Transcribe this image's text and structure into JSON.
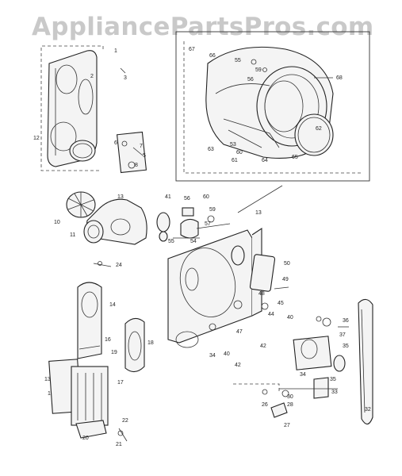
{
  "watermark": "AppliancePartsPros.com",
  "callouts": {
    "c1": "1",
    "c2": "2",
    "c3": "3",
    "c5": "5",
    "c6": "6",
    "c7": "7",
    "c8": "8",
    "c10": "10",
    "c11": "11",
    "c12": "12",
    "c13": "13",
    "c14": "14",
    "c16": "16",
    "c17": "17",
    "c18": "18",
    "c19": "19",
    "c20": "20",
    "c21": "21",
    "c22": "22",
    "c24": "24",
    "c26": "26",
    "c27": "27",
    "c28": "28",
    "c30": "30",
    "c32": "32",
    "c33": "33",
    "c34": "34",
    "c35": "35",
    "c36": "36",
    "c37": "37",
    "c40": "40",
    "c41": "41",
    "c42": "42",
    "c44": "44",
    "c45": "45",
    "c47": "47",
    "c48": "48",
    "c49": "49",
    "c50": "50",
    "c53": "53",
    "c54": "54",
    "c55": "55",
    "c56": "56",
    "c57": "57",
    "c59": "59",
    "c60": "60",
    "c61": "61",
    "c62": "62",
    "c63": "63",
    "c64": "64",
    "c65": "65",
    "c66": "66",
    "c67": "67",
    "c68": "68"
  }
}
